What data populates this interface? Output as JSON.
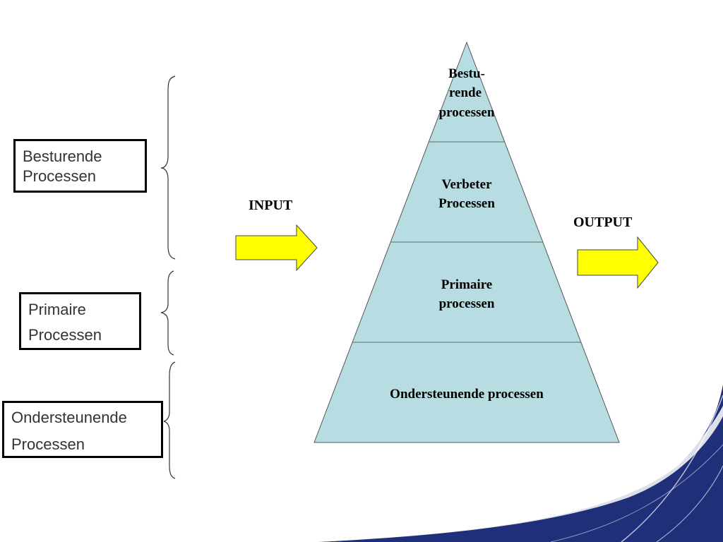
{
  "colors": {
    "pyramid_fill": "#b7dde3",
    "arrow_fill": "#ffff00",
    "corner_swoosh": "#1f2f7a"
  },
  "side_boxes": {
    "besturende": [
      "Besturende",
      "Processen"
    ],
    "primaire": [
      "Primaire",
      "Processen"
    ],
    "ondersteunende": [
      "Ondersteunende",
      "Processen"
    ]
  },
  "pyramid": {
    "levels": [
      {
        "lines": [
          "Bestu-",
          "rende",
          "processen"
        ]
      },
      {
        "lines": [
          "Verbeter",
          "Processen"
        ]
      },
      {
        "lines": [
          "Primaire",
          "processen"
        ]
      },
      {
        "lines": [
          "Ondersteunende processen"
        ]
      }
    ]
  },
  "flow": {
    "input_label": "INPUT",
    "output_label": "OUTPUT"
  }
}
